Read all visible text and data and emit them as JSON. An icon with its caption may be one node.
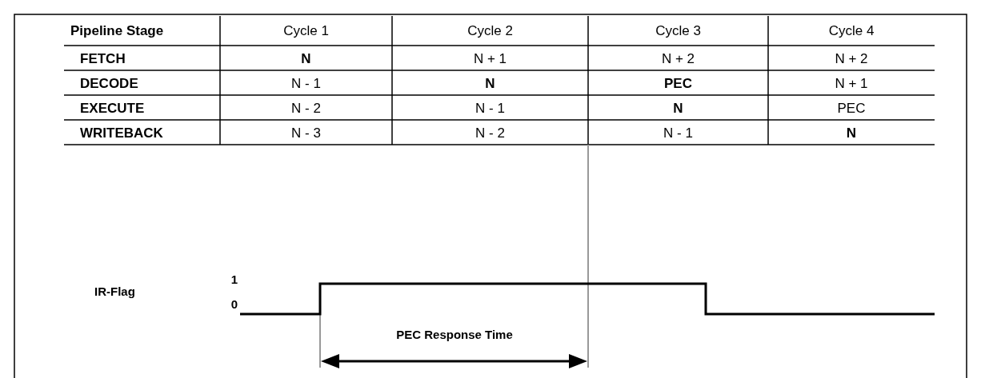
{
  "diagram": {
    "labels": [
      "Pipeline Stage",
      "Cycle 1",
      "Cycle 2",
      "Cycle 3",
      "Cycle 4",
      "FETCH",
      "N",
      "N + 1",
      "N + 2",
      "N + 2",
      "DECODE",
      "N - 1",
      "N",
      "PEC",
      "N + 1",
      "EXECUTE",
      "N - 2",
      "N - 1",
      "N",
      "PEC",
      "WRITEBACK",
      "N - 3",
      "N - 2",
      "N - 1",
      "N",
      "IR-Flag",
      "1",
      "0",
      "PEC Response Time"
    ]
  }
}
